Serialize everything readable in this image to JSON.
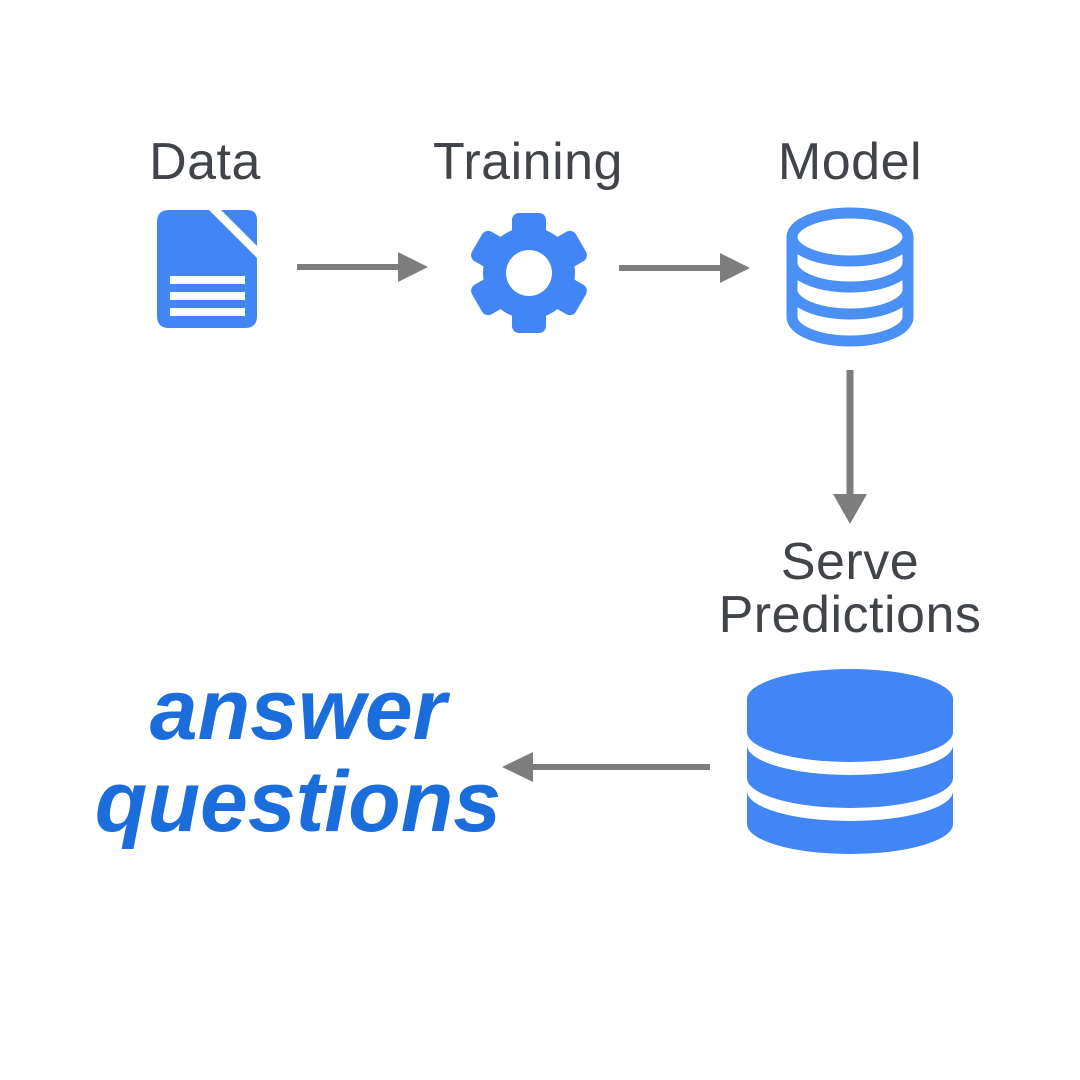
{
  "colors": {
    "background": "#FFFFFF",
    "icon-blue": "#4285F4",
    "db-outline-blue": "#4A90F5",
    "label-gray": "#414549",
    "arrow-gray": "#7D7D7D",
    "annotation-blue": "#1A6DDB"
  },
  "nodes": {
    "data": {
      "label": "Data",
      "icon": "document-icon"
    },
    "training": {
      "label": "Training",
      "icon": "gear-icon"
    },
    "model": {
      "label": "Model",
      "icon": "database-outline-icon"
    },
    "serve": {
      "line1": "Serve",
      "line2": "Predictions",
      "icon": "database-filled-icon"
    }
  },
  "annotation": {
    "line1": "answer",
    "line2": "questions"
  },
  "flow": [
    "Data -> Training",
    "Training -> Model",
    "Model -> Serve Predictions",
    "Serve Predictions -> answer questions"
  ]
}
